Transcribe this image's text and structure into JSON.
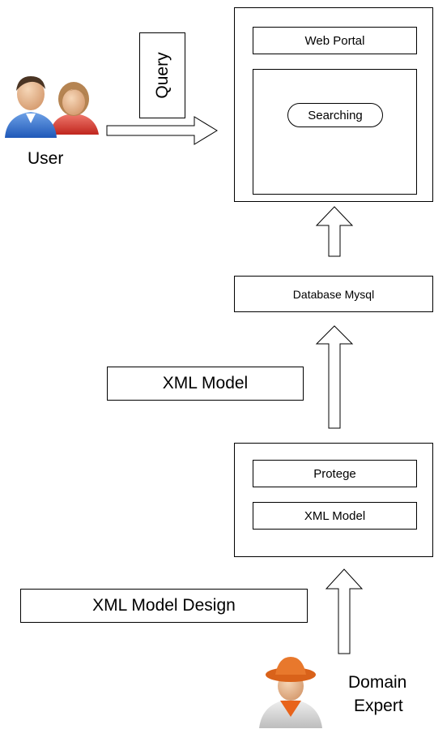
{
  "user": {
    "label": "User"
  },
  "query": {
    "label": "Query"
  },
  "portal": {
    "web_portal": "Web Portal",
    "searching": "Searching"
  },
  "database": {
    "label": "Database Mysql"
  },
  "side_labels": {
    "xml_model": "XML Model",
    "xml_model_design": "XML Model Design"
  },
  "tool": {
    "protege": "Protege",
    "xml_model": "XML Model"
  },
  "expert": {
    "line1": "Domain",
    "line2": "Expert"
  }
}
